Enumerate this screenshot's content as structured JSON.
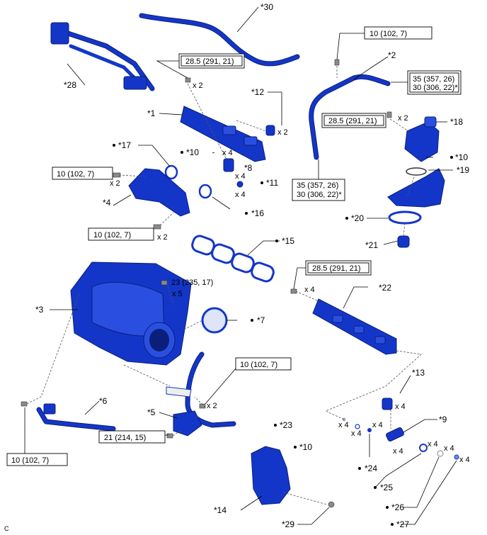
{
  "corner_code": "C",
  "labels": {
    "p30": "*30",
    "p28": "*28",
    "p1": "*1",
    "p12": "*12",
    "p17": "*17",
    "p10a": "*10",
    "p8": "*8",
    "p11": "*11",
    "p4": "*4",
    "p16": "*16",
    "p2": "*2",
    "p18": "*18",
    "p10b": "*10",
    "p19": "*19",
    "p20": "*20",
    "p21": "*21",
    "p15": "*15",
    "p3": "*3",
    "p7": "*7",
    "p22": "*22",
    "p6": "*6",
    "p5": "*5",
    "p13": "*13",
    "p9": "*9",
    "p23": "*23",
    "p10c": "*10",
    "p24": "*24",
    "p25": "*25",
    "p14": "*14",
    "p26": "*26",
    "p29": "*29",
    "p27": "*27"
  },
  "torques": {
    "t1": "10 (102, 7)",
    "t2": "28.5 (291, 21)",
    "t3": "35 (357, 26)",
    "t3b": "30 (306, 22)*",
    "t4": "28.5 (291, 21)",
    "t5": "10 (102, 7)",
    "t6": "35 (357, 26)",
    "t6b": "30 (306, 22)*",
    "t7": "10 (102, 7)",
    "t8": "23 (235, 17)",
    "t9": "28.5 (291, 21)",
    "t10": "10 (102, 7)",
    "t11": "10 (102, 7)",
    "t12": "21 (214, 15)"
  },
  "quantities": {
    "q_x2": "x 2",
    "q_x4": "x 4",
    "q_x5": "x 5"
  },
  "colors": {
    "part": "#1436c8",
    "part_outline": "#0a1f7a"
  }
}
